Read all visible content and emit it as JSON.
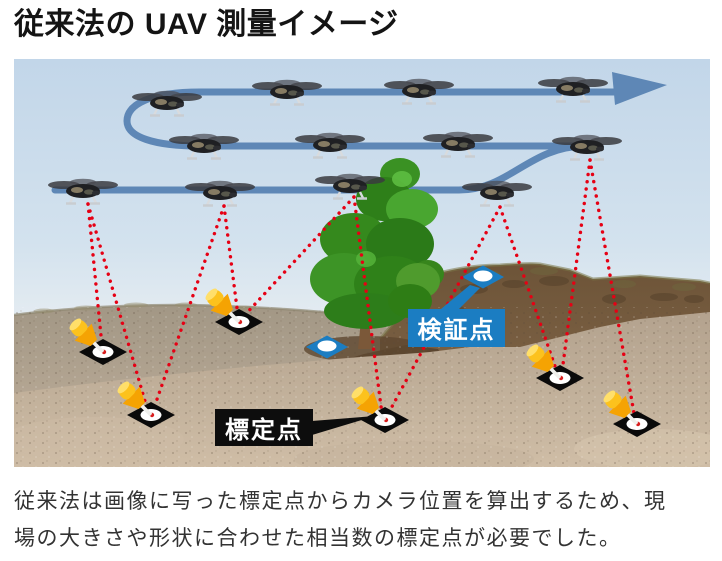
{
  "page": {
    "title": "従来法の UAV 測量イメージ"
  },
  "illustration": {
    "type": "diagram",
    "subject": "UAV flying a serpentine photo route over a work site",
    "labels": {
      "control_point": "標定点",
      "verification_point": "検証点"
    },
    "drone_count": 12,
    "flight_rows": 3,
    "control_point_count": 6,
    "verification_point_count": 2,
    "icons": [
      "drone-icon",
      "pushpin-icon",
      "control-point-marker-icon",
      "verification-point-marker-icon",
      "flight-path-arrow-icon",
      "tree-icon"
    ],
    "colors": {
      "flight_path": "#5e87b6",
      "sight_line": "#e60014",
      "control_point_label_bg": "#0d0d0d",
      "verification_point_label_bg": "#1b7dc2",
      "pushpin": "#f5a303",
      "marker": "#0a0a0a",
      "sky_top": "#c2d6e9"
    }
  },
  "caption": {
    "line1": "従来法は画像に写った標定点からカメラ位置を算出するため、現",
    "line2": "場の大きさや形状に合わせた相当数の標定点が必要でした。"
  }
}
